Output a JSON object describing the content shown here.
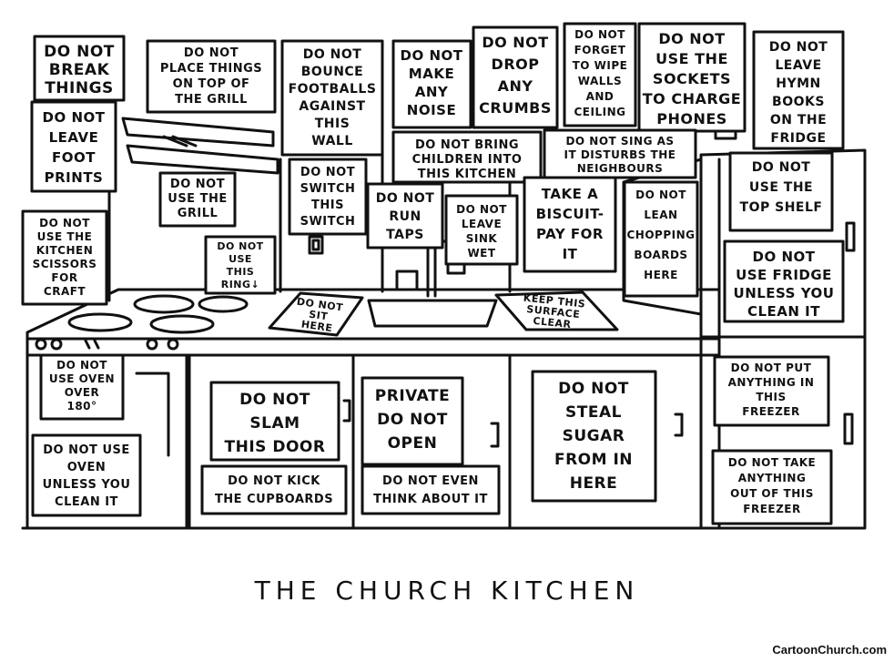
{
  "caption": "THE CHURCH KITCHEN",
  "credit": "CartoonChurch.com",
  "signs": {
    "break": [
      "DO NOT",
      "BREAK",
      "THINGS"
    ],
    "grill_top": [
      "DO NOT",
      "PLACE THINGS",
      "ON TOP OF",
      "THE GRILL"
    ],
    "footballs": [
      "DO NOT",
      "BOUNCE",
      "FOOTBALLS",
      "AGAINST",
      "THIS",
      "WALL"
    ],
    "noise": [
      "DO NOT",
      "MAKE",
      "ANY",
      "NOISE"
    ],
    "crumbs": [
      "DO NOT",
      "DROP",
      "ANY",
      "CRUMBS"
    ],
    "wipe": [
      "DO NOT",
      "FORGET",
      "TO WIPE",
      "WALLS",
      "AND",
      "CEILING"
    ],
    "sockets": [
      "DO NOT",
      "USE THE",
      "SOCKETS",
      "TO CHARGE",
      "PHONES"
    ],
    "hymn": [
      "DO NOT",
      "LEAVE",
      "HYMN",
      "BOOKS",
      "ON THE",
      "FRIDGE"
    ],
    "footprints": [
      "DO NOT",
      "LEAVE",
      "FOOT",
      "PRINTS"
    ],
    "children": [
      "DO NOT BRING",
      "CHILDREN INTO",
      "THIS KITCHEN"
    ],
    "sing": [
      "DO NOT SING AS",
      "IT DISTURBS THE",
      "NEIGHBOURS"
    ],
    "use_grill": [
      "DO NOT",
      "USE THE",
      "GRILL"
    ],
    "switch": [
      "DO NOT",
      "SWITCH",
      "THIS",
      "SWITCH"
    ],
    "taps": [
      "DO NOT",
      "RUN",
      "TAPS"
    ],
    "sink_wet": [
      "DO NOT",
      "LEAVE",
      "SINK",
      "WET"
    ],
    "biscuit": [
      "TAKE A",
      "BISCUIT-",
      "PAY FOR",
      "IT"
    ],
    "chopping": [
      "DO NOT",
      "LEAN",
      "CHOPPING",
      "BOARDS",
      "HERE"
    ],
    "top_shelf": [
      "DO NOT",
      "USE THE",
      "TOP SHELF"
    ],
    "scissors": [
      "DO NOT",
      "USE THE",
      "KITCHEN",
      "SCISSORS",
      "FOR",
      "CRAFT"
    ],
    "ring": [
      "DO NOT",
      "USE",
      "THIS",
      "RING↓"
    ],
    "fridge": [
      "DO NOT",
      "USE FRIDGE",
      "UNLESS YOU",
      "CLEAN IT"
    ],
    "sit": [
      "DO NOT",
      "SIT",
      "HERE"
    ],
    "surface": [
      "KEEP THIS",
      "SURFACE",
      "CLEAR"
    ],
    "oven_180": [
      "DO NOT",
      "USE OVEN",
      "OVER",
      "180°"
    ],
    "oven_clean": [
      "DO NOT USE",
      "OVEN",
      "UNLESS YOU",
      "CLEAN IT"
    ],
    "slam": [
      "DO NOT",
      "SLAM",
      "THIS DOOR"
    ],
    "kick": [
      "DO NOT KICK",
      "THE CUPBOARDS"
    ],
    "private": [
      "PRIVATE",
      "DO NOT",
      "OPEN"
    ],
    "even_think": [
      "DO NOT EVEN",
      "THINK ABOUT IT"
    ],
    "sugar": [
      "DO NOT",
      "STEAL",
      "SUGAR",
      "FROM IN",
      "HERE"
    ],
    "freezer_put": [
      "DO NOT PUT",
      "ANYTHING IN",
      "THIS",
      "FREEZER"
    ],
    "freezer_take": [
      "DO NOT TAKE",
      "ANYTHING",
      "OUT OF THIS",
      "FREEZER"
    ]
  }
}
